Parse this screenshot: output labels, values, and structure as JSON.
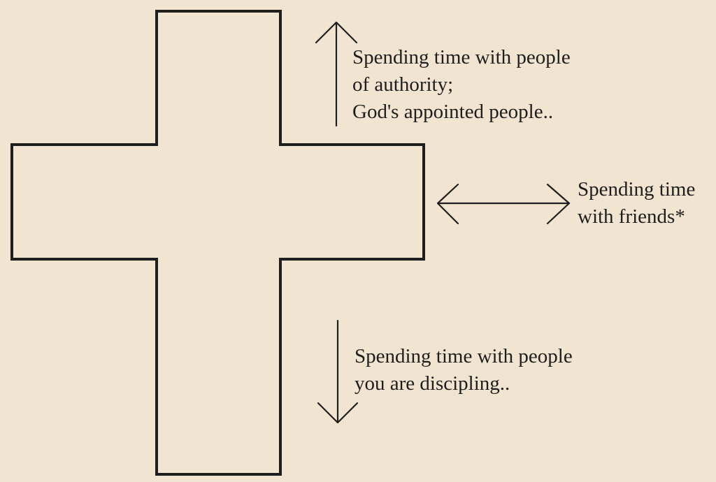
{
  "colors": {
    "background": "#f1e4d0",
    "stroke": "#1e1e1e"
  },
  "labels": {
    "upward": [
      "Spending time with people",
      "of authority;",
      "God's appointed people.."
    ],
    "sideways": [
      "Spending time",
      "with friends*"
    ],
    "downward": [
      "Spending time with people",
      "you are discipling.."
    ]
  }
}
